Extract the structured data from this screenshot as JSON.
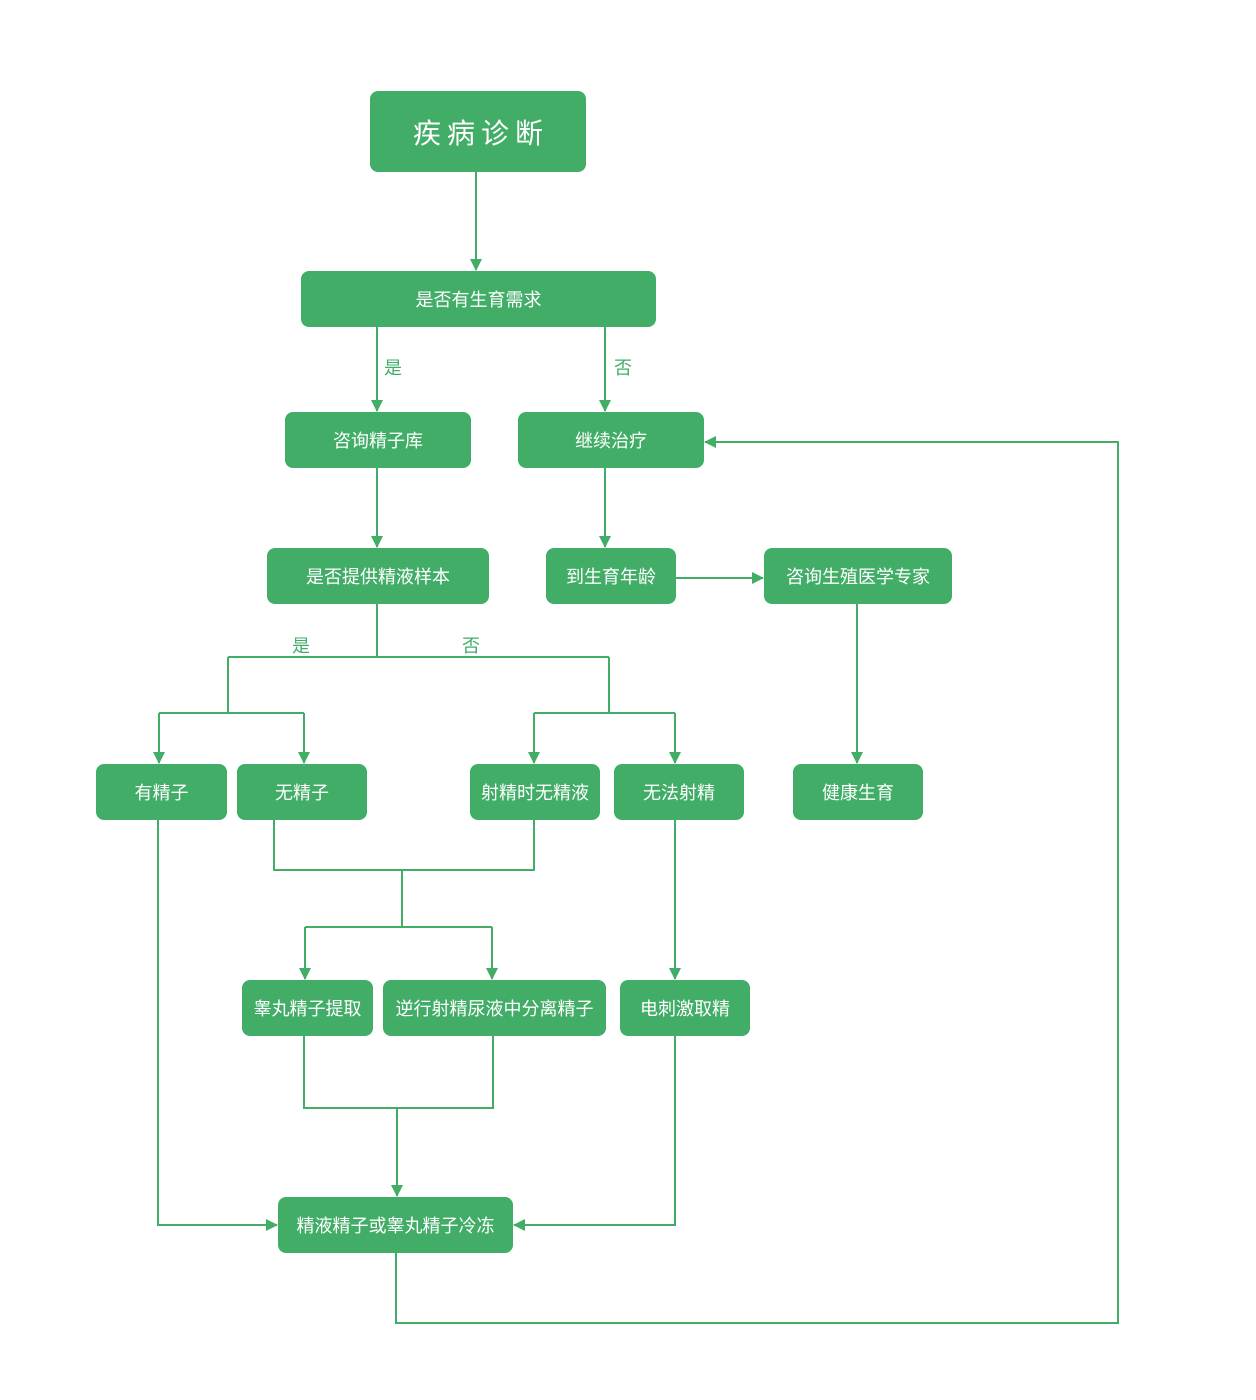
{
  "diagram": {
    "colors": {
      "node_fill": "#42ad67",
      "node_text": "#ffffff",
      "connector": "#42ad67",
      "label_text": "#42ad67"
    },
    "nodes": {
      "diagnosis": "疾病诊断",
      "fertility_need": "是否有生育需求",
      "consult_sperm_bank": "咨询精子库",
      "continue_treatment": "继续治疗",
      "provide_semen": "是否提供精液样本",
      "reach_age": "到生育年龄",
      "consult_expert": "咨询生殖医学专家",
      "has_sperm": "有精子",
      "no_sperm": "无精子",
      "no_semen_ejaculation": "射精时无精液",
      "cannot_ejaculate": "无法射精",
      "healthy_birth": "健康生育",
      "testicular_extraction": "睾丸精子提取",
      "retrograde_separation": "逆行射精尿液中分离精子",
      "electro_ejaculation": "电刺激取精",
      "freezing": "精液精子或睾丸精子冷冻"
    },
    "edge_labels": {
      "need_yes": "是",
      "need_no": "否",
      "provide_yes": "是",
      "provide_no": "否"
    }
  }
}
